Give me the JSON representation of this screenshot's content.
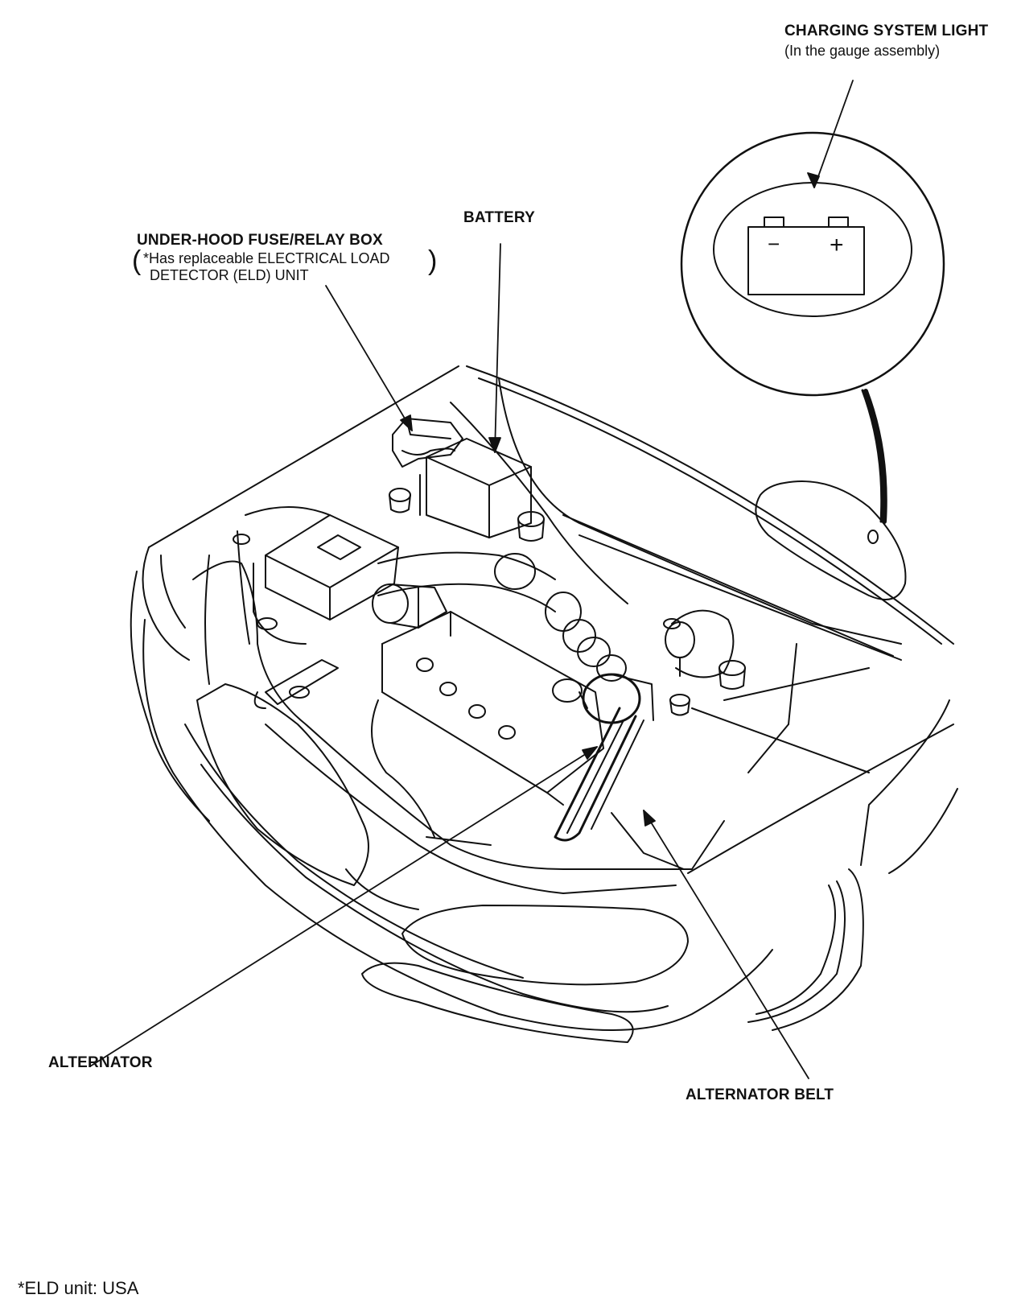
{
  "labels": {
    "charging_title": "CHARGING SYSTEM LIGHT",
    "charging_sub": "(In the gauge assembly)",
    "battery": "BATTERY",
    "fuse_box_title": "UNDER-HOOD FUSE/RELAY BOX",
    "fuse_box_line1": "*Has replaceable ELECTRICAL LOAD",
    "fuse_box_line2": "DETECTOR (ELD) UNIT",
    "alternator": "ALTERNATOR",
    "alternator_belt": "ALTERNATOR BELT",
    "footnote": "*ELD unit: USA"
  },
  "indicator_symbols": {
    "minus": "−",
    "plus": "+"
  },
  "colors": {
    "ink": "#111111",
    "background": "#ffffff"
  }
}
